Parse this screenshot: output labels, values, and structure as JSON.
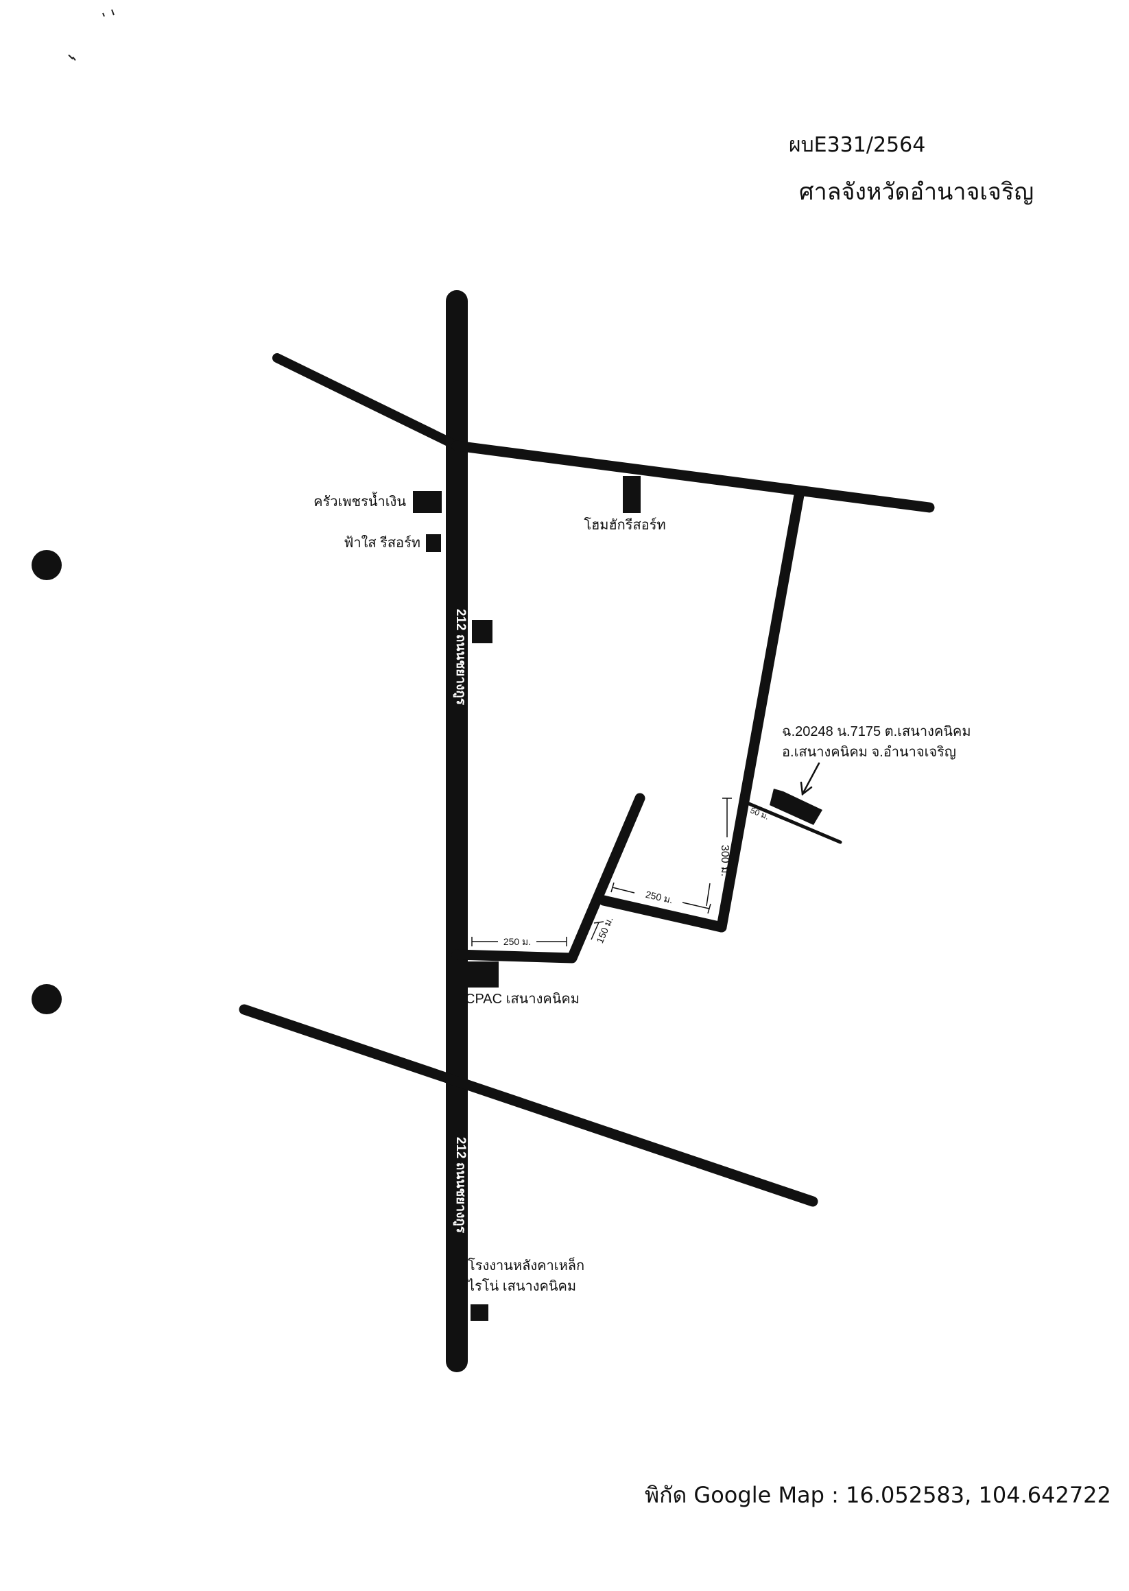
{
  "header": {
    "case_number": "ผบE331/2564",
    "court_name": "ศาลจังหวัดอำนาจเจริญ"
  },
  "map": {
    "highway_label": "212 ถนนชยางกูร",
    "landmarks": {
      "restaurant": "ครัวเพชรน้ำเงิน",
      "fahsai": "ฟ้าใส รีสอร์ท",
      "home_hug": "โฮมฮักรีสอร์ท",
      "cpac": "CPAC เสนางคนิคม",
      "factory_line1": "โรงงานหลังคาเหล็ก",
      "factory_line2": "ไรโน่ เสนางคนิคม"
    },
    "property": {
      "line1": "ฉ.20248 น.7175 ต.เสนางคนิคม",
      "line2": "อ.เสนางคนิคม จ.อำนาจเจริญ"
    },
    "distances": {
      "cpac_road": "250 ม.",
      "diagonal": "150 ม.",
      "mid_road": "250 ม.",
      "east_road": "300 ม.",
      "spur": "50 ม."
    }
  },
  "footer": {
    "coordinates": "พิกัด Google Map : 16.052583, 104.642722"
  }
}
